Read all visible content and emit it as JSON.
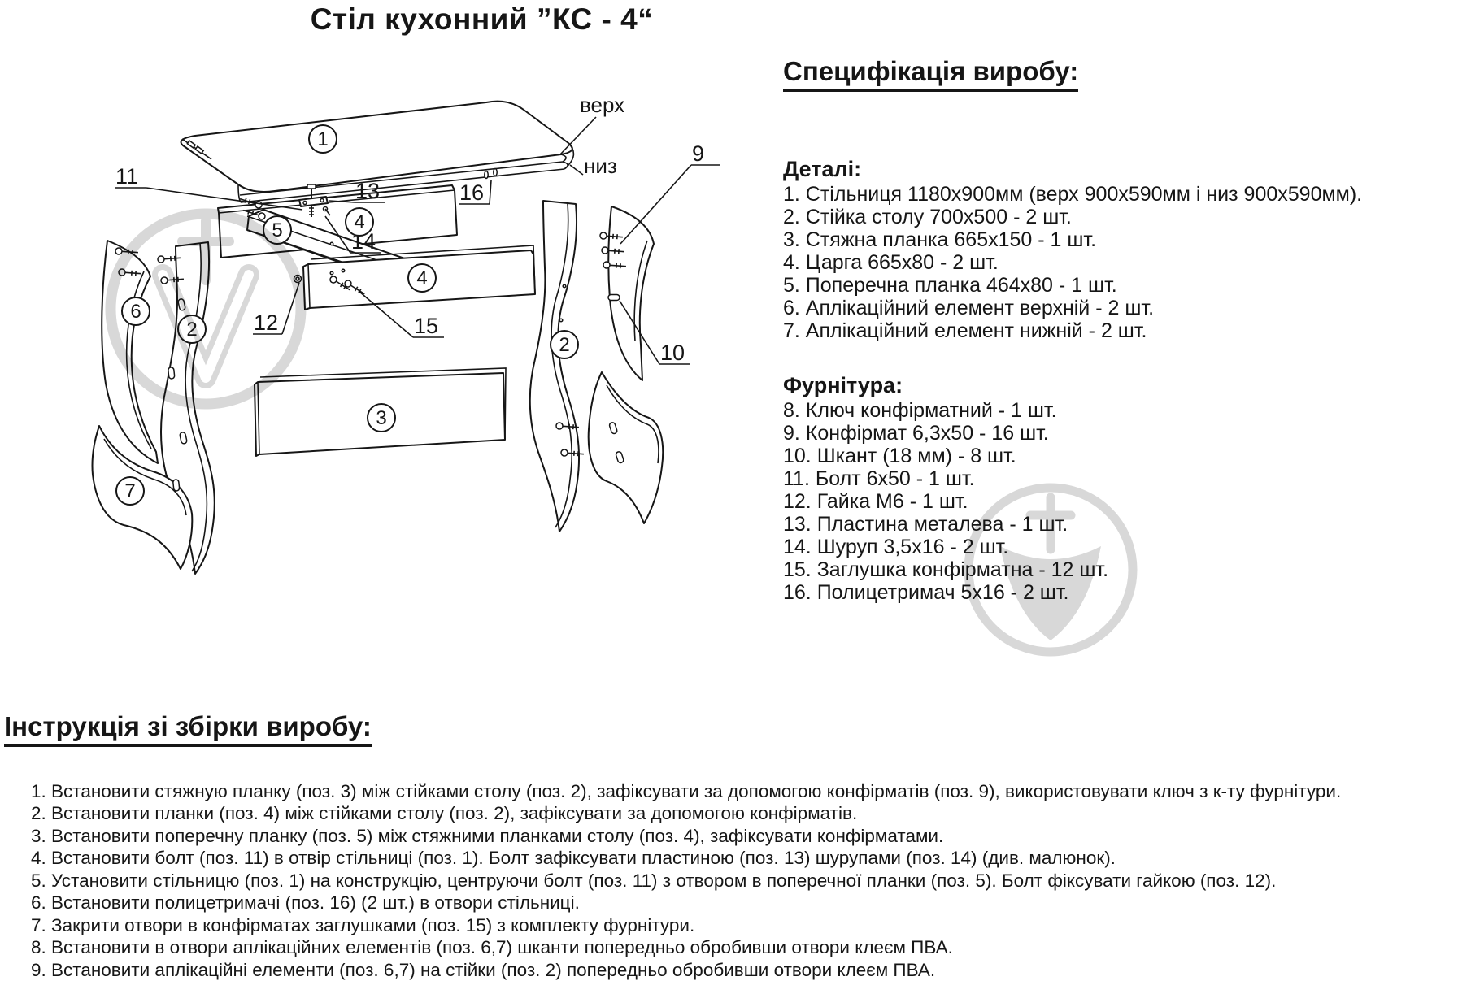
{
  "colors": {
    "ink": "#161616",
    "watermark": "#d8d8d8"
  },
  "page": {
    "title": "Стіл кухонний ”КС - 4“"
  },
  "spec": {
    "heading": "Специфікація виробу:",
    "details_heading": "Деталі:",
    "details": [
      "1. Стільниця 1180х900мм (верх 900х590мм і низ 900х590мм).",
      "2. Стійка столу 700х500 - 2 шт.",
      "3. Стяжна планка 665х150 - 1 шт.",
      "4. Царга 665х80 - 2 шт.",
      "5. Поперечна планка 464х80 - 1 шт.",
      "6. Аплікаційний елемент верхній - 2 шт.",
      "7. Аплікаційний елемент нижній - 2 шт."
    ],
    "hardware_heading": "Фурнітура:",
    "hardware": [
      "8. Ключ конфірматний - 1 шт.",
      "9. Конфірмат 6,3х50 - 16 шт.",
      "10. Шкант (18 мм) - 8 шт.",
      "11. Болт 6х50 - 1 шт.",
      "12. Гайка М6 - 1 шт.",
      "13. Пластина металева - 1 шт.",
      "14. Шуруп 3,5х16 - 2 шт.",
      "15. Заглушка конфірматна - 12 шт.",
      "16. Полицетримач 5х16 - 2 шт."
    ]
  },
  "instructions": {
    "heading": "Інструкція зі збірки виробу:",
    "steps": [
      "1. Встановити стяжную планку (поз. 3) між стійками столу (поз. 2), зафіксувати за допомогою конфірматів (поз. 9), використовувати ключ з к-ту фурнітури.",
      "2. Встановити планки (поз. 4) між стійками столу (поз. 2), зафіксувати за допомогою конфірматів.",
      "3. Встановити поперечну планку (поз. 5) між стяжними планками столу (поз. 4), зафіксувати конфірматами.",
      "4. Встановити болт (поз. 11) в отвір стільниці (поз. 1). Болт зафіксувати пластиною (поз. 13) шурупами (поз. 14) (див. малюнок).",
      "5. Установити стільницю (поз. 1) на конструкцію, центруючи болт (поз. 11) з отвором в поперечної планки (поз. 5). Болт фіксувати гайкою (поз. 12).",
      "6. Встановити полицетримачі (поз. 16) (2 шт.) в отвори стільниці.",
      "7. Закрити отвори в конфірматах заглушками (поз. 15) з комплекту фурнітури.",
      "8. Встановити в отвори аплікаційних елементів (поз. 6,7) шканти попередньо обробивши отвори клеєм ПВА.",
      "9. Встановити аплікаційні елементи (поз. 6,7) на стійки (поз. 2) попередньо обробивши отвори клеєм ПВА."
    ]
  },
  "diagram": {
    "orientation": {
      "top": "верх",
      "bottom": "низ"
    },
    "labels": {
      "n1": "1",
      "n2": "2",
      "n3": "3",
      "n4": "4",
      "n5": "5",
      "n6": "6",
      "n7": "7",
      "n9": "9",
      "n10": "10",
      "n11": "11",
      "n12": "12",
      "n13": "13",
      "n14": "14",
      "n15": "15",
      "n16": "16"
    }
  }
}
